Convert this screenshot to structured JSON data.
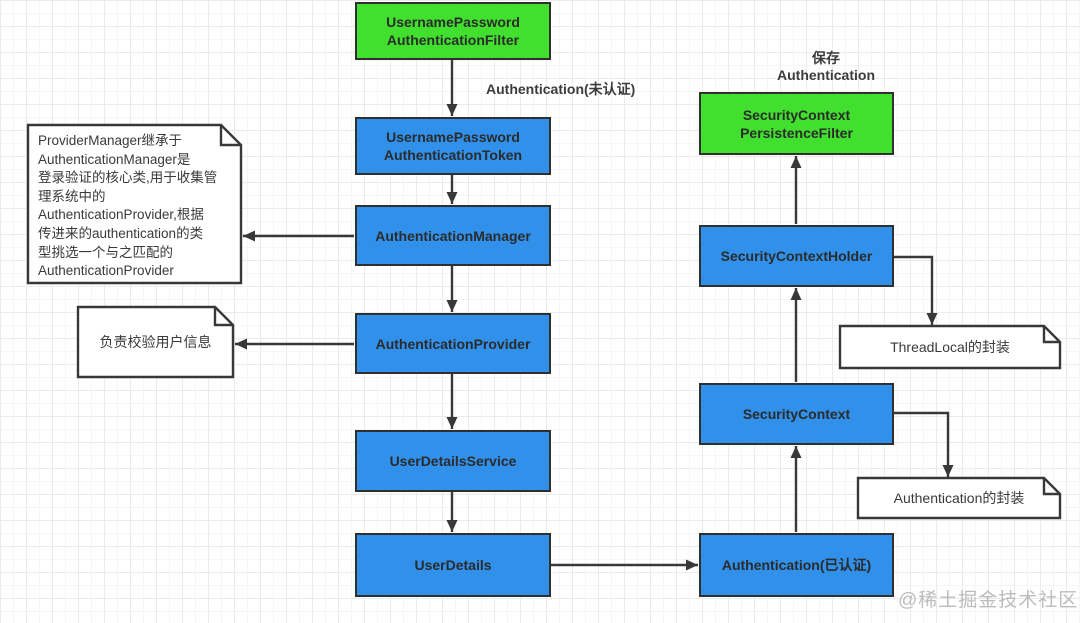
{
  "diagram": {
    "nodes": {
      "username_password_authentication_filter": {
        "label": "UsernamePassword\nAuthenticationFilter",
        "fill": "#41e02e"
      },
      "username_password_authentication_token": {
        "label": "UsernamePassword\nAuthenticationToken",
        "fill": "#3190ea"
      },
      "authentication_manager": {
        "label": "AuthenticationManager",
        "fill": "#3190ea"
      },
      "authentication_provider": {
        "label": "AuthenticationProvider",
        "fill": "#3190ea"
      },
      "user_details_service": {
        "label": "UserDetailsService",
        "fill": "#3190ea"
      },
      "user_details": {
        "label": "UserDetails",
        "fill": "#3190ea"
      },
      "authentication_authenticated": {
        "label": "Authentication(已认证)",
        "fill": "#3190ea"
      },
      "security_context": {
        "label": "SecurityContext",
        "fill": "#3190ea"
      },
      "security_context_holder": {
        "label": "SecurityContextHolder",
        "fill": "#3190ea"
      },
      "security_context_persistence_filter": {
        "label": "SecurityContext\nPersistenceFilter",
        "fill": "#41e02e"
      }
    },
    "notes": {
      "provider_manager_note": {
        "text": "ProviderManager继承于\nAuthenticationManager是\n登录验证的核心类,用于收集管\n理系统中的\nAuthenticationProvider,根据\n传进来的authentication的类\n型挑选一个与之匹配的\nAuthenticationProvider"
      },
      "verify_user_note": {
        "text": "负责校验用户信息"
      },
      "threadlocal_note": {
        "text": "ThreadLocal的封装"
      },
      "authentication_wrapper_note": {
        "text": "Authentication的封装"
      }
    },
    "labels": {
      "unauthenticated": "Authentication(未认证)",
      "save_authentication": "保存\nAuthentication"
    },
    "watermark": "@稀土掘金技术社区",
    "colors": {
      "green_fill": "#41e02e",
      "blue_fill": "#3190ea",
      "stroke": "#383838",
      "watermark_gray": "#bcbcbc"
    }
  }
}
